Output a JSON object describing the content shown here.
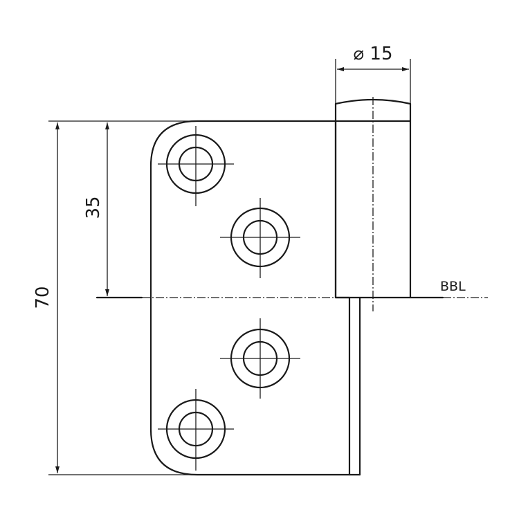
{
  "dimensions": {
    "total_height": "70",
    "half_height": "35",
    "pin_diameter": "⌀ 15",
    "reference_line": "BBL"
  }
}
